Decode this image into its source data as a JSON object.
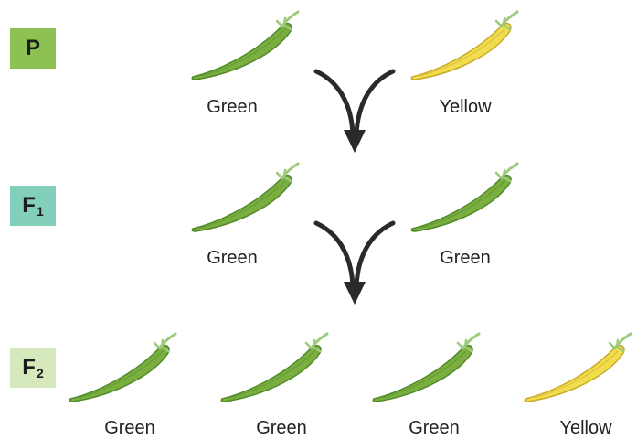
{
  "colors": {
    "p_label_bg": "#8dc152",
    "f1_label_bg": "#82cfbb",
    "f2_label_bg": "#d5e9bd",
    "green_pod": "#7aae3f",
    "green_pod_dark": "#4f8a2a",
    "yellow_pod": "#f0dc4c",
    "yellow_pod_dark": "#c9a928",
    "stem": "#9ccb7c",
    "arrow": "#2a2a2a"
  },
  "generations": [
    {
      "id": "P",
      "base": "P",
      "sub": "",
      "pods": [
        {
          "color": "green",
          "label": "Green"
        },
        {
          "color": "yellow",
          "label": "Yellow"
        }
      ]
    },
    {
      "id": "F1",
      "base": "F",
      "sub": "1",
      "pods": [
        {
          "color": "green",
          "label": "Green"
        },
        {
          "color": "green",
          "label": "Green"
        }
      ]
    },
    {
      "id": "F2",
      "base": "F",
      "sub": "2",
      "pods": [
        {
          "color": "green",
          "label": "Green"
        },
        {
          "color": "green",
          "label": "Green"
        },
        {
          "color": "green",
          "label": "Green"
        },
        {
          "color": "yellow",
          "label": "Yellow"
        }
      ]
    }
  ],
  "icons": {
    "pod": "pea-pod-icon",
    "arrow": "cross-arrow-icon"
  }
}
